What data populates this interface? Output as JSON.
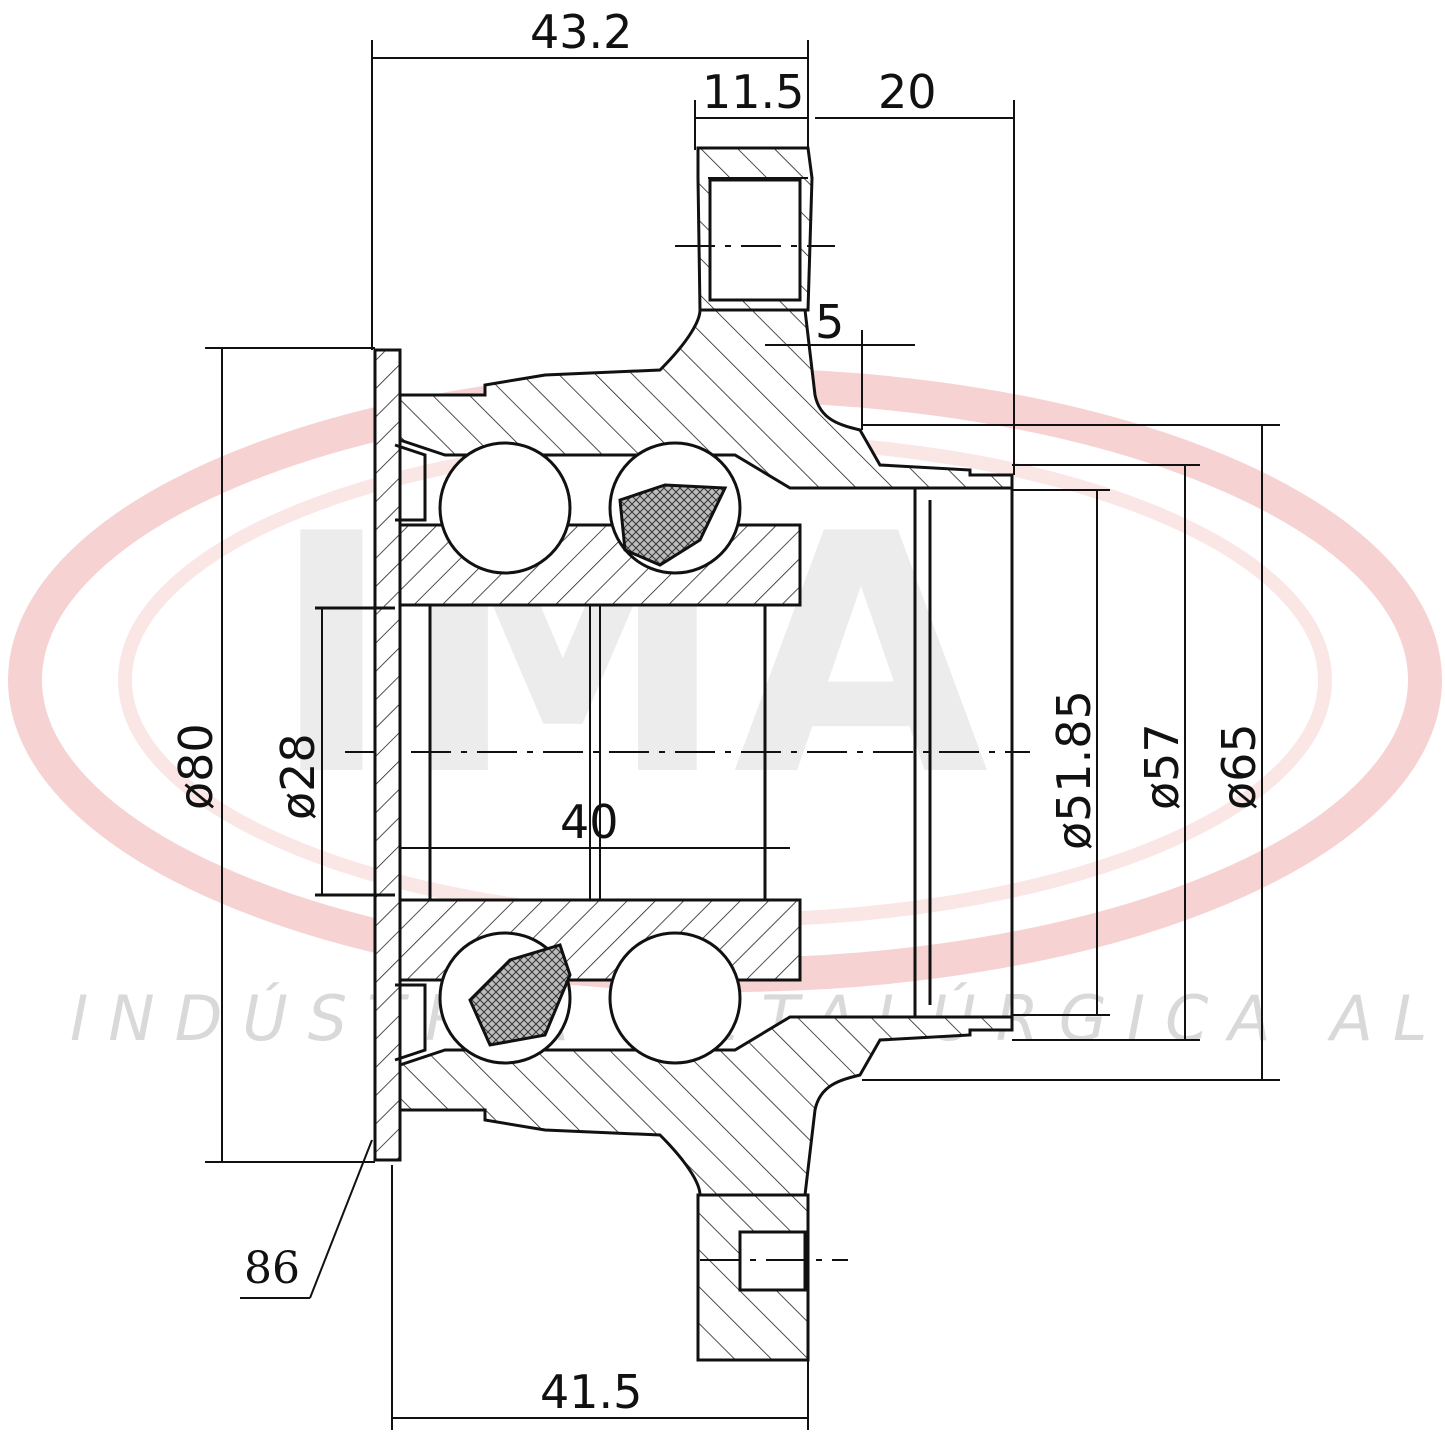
{
  "watermark": {
    "logo_text": "IMA",
    "tagline": "INDÚSTRIA METALÚRGICA ALLI",
    "ring_color": "#f4c7c7"
  },
  "dimensions": {
    "overall_width_top": "43.2",
    "flange_thickness": "11.5",
    "pilot_length": "20",
    "shoulder_offset": "5",
    "seal_diameter": "ø80",
    "bore_diameter": "ø28",
    "bearing_width": "40",
    "pilot_inner_diameter": "ø51.85",
    "pilot_outer_diameter": "ø57",
    "hub_diameter": "ø65",
    "part_reference": "86",
    "overall_width_bottom": "41.5"
  }
}
